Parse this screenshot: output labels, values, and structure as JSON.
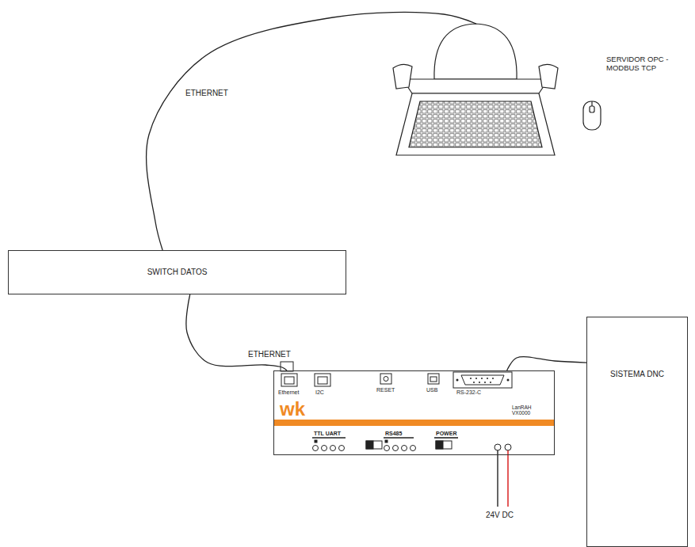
{
  "diagram": {
    "nodes": [
      {
        "text": [
          "SERVIDOR OPC - MODBUS TCP"
        ]
      },
      {
        "text": [
          "SWITCH DATOS"
        ]
      },
      {
        "text": [
          "Ethernet",
          "I2C",
          "RESET",
          "USB",
          "RS-232-C",
          "wk",
          "LanRAH VX0000",
          "TTL UART",
          "RS485",
          "POWER"
        ]
      },
      {
        "text": [
          "SISTEMA DNC"
        ]
      }
    ],
    "edges": [
      {
        "from": 0,
        "to": 1,
        "arrow": "none",
        "label": "ETHERNET"
      },
      {
        "from": 1,
        "to": 2,
        "arrow": "none",
        "label": "ETHERNET"
      },
      {
        "from": 2,
        "to": 3,
        "arrow": "none"
      }
    ],
    "labels": [
      "24V DC"
    ]
  }
}
